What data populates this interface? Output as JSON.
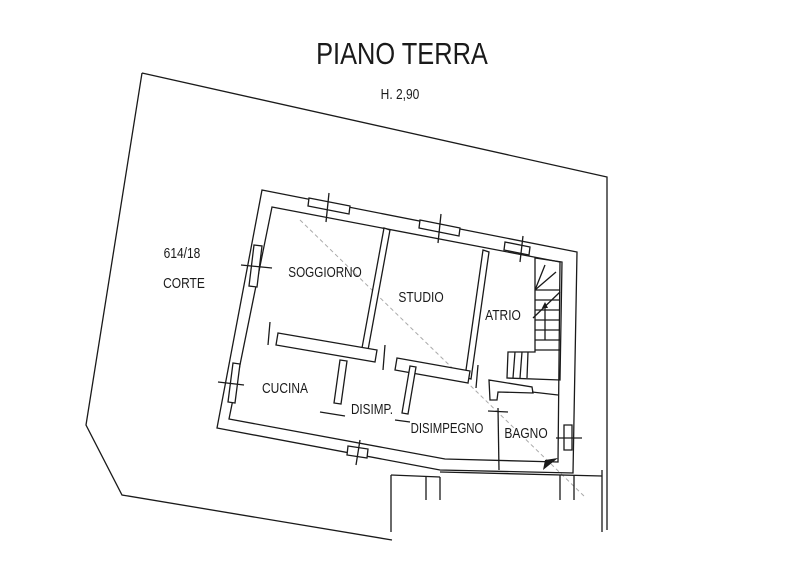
{
  "title": "PIANO TERRA",
  "height_label": "H. 2,90",
  "parcel": {
    "number": "614/18",
    "name": "CORTE"
  },
  "rooms": {
    "soggiorno": "SOGGIORNO",
    "studio": "STUDIO",
    "atrio": "ATRIO",
    "cucina": "CUCINA",
    "disimp": "DISIMP.",
    "disimpegno": "DISIMPEGNO",
    "bagno": "BAGNO"
  }
}
